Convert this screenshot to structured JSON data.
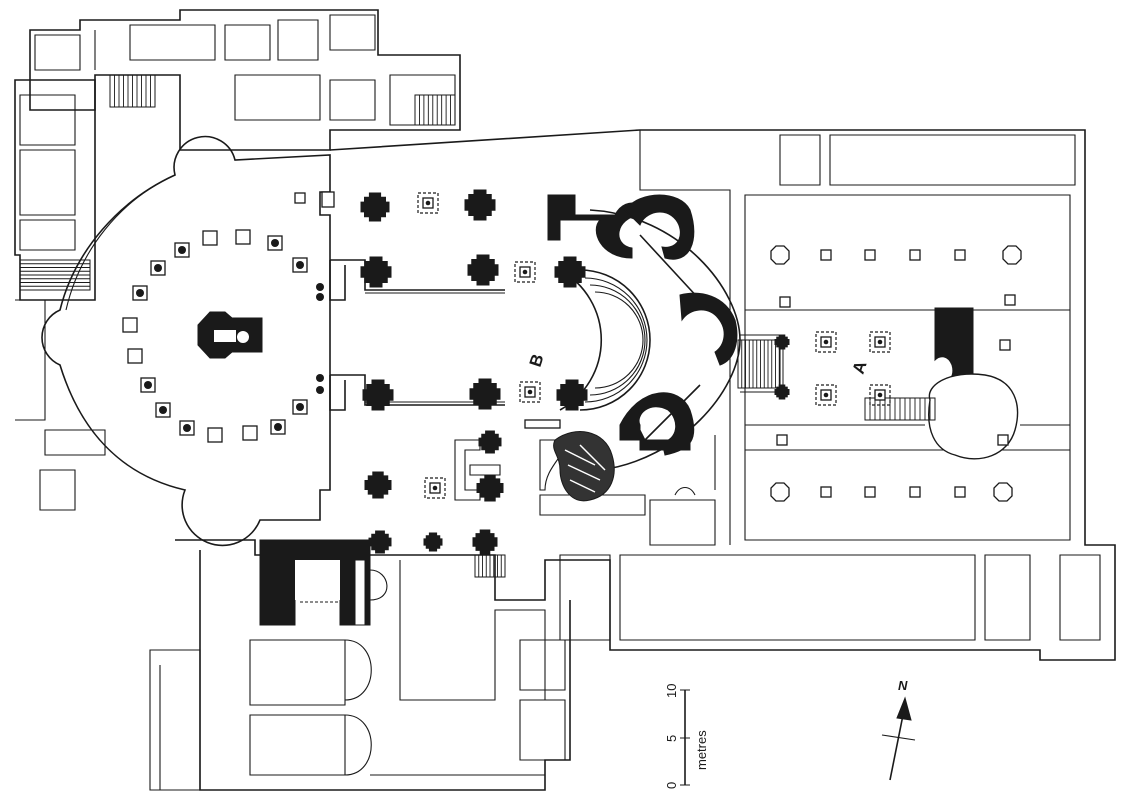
{
  "labels": {
    "a": "A",
    "b": "B",
    "north": "N",
    "scale_unit": "metres",
    "scale_ticks": [
      "0",
      "5",
      "10"
    ]
  },
  "colors": {
    "ink": "#1a1a1a",
    "paper": "#ffffff"
  }
}
